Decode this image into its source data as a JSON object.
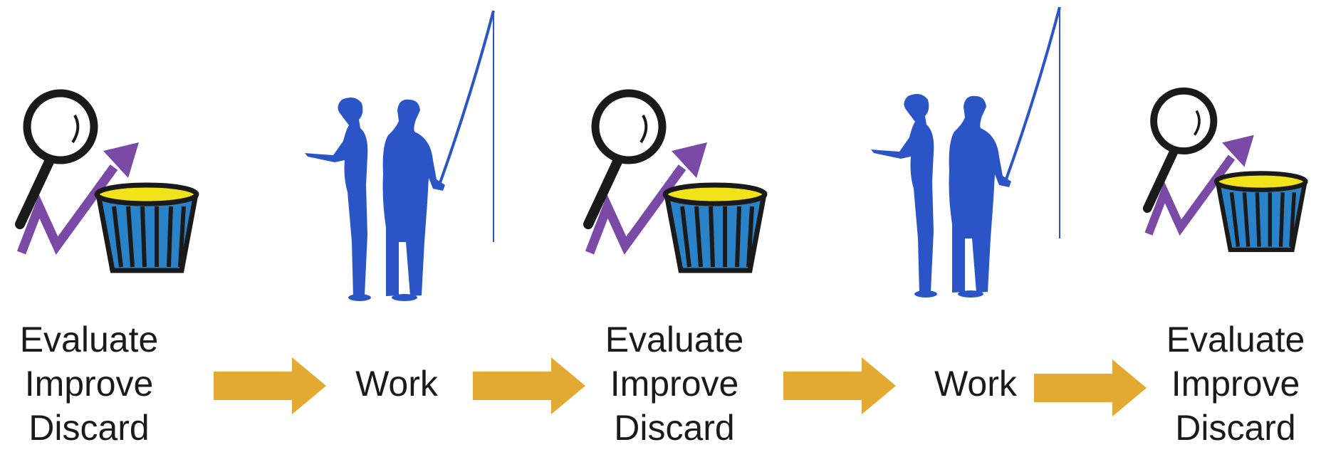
{
  "colors": {
    "arrow": "#e2aa33",
    "figure": "#2b55c7",
    "trend": "#7b4aa6",
    "magnifier": "#1a1a1a",
    "bin_body": "#2a82c8",
    "bin_rim": "#f2e21a",
    "text": "#1a1a1a"
  },
  "steps": [
    {
      "kind": "evaluate",
      "lines": [
        "Evaluate",
        "Improve",
        "Discard"
      ]
    },
    {
      "kind": "work",
      "lines": [
        "Work"
      ]
    },
    {
      "kind": "evaluate",
      "lines": [
        "Evaluate",
        "Improve",
        "Discard"
      ]
    },
    {
      "kind": "work",
      "lines": [
        "Work"
      ]
    },
    {
      "kind": "evaluate",
      "lines": [
        "Evaluate",
        "Improve",
        "Discard"
      ]
    }
  ],
  "icons": {
    "evaluate": [
      "magnifier-icon",
      "trend-up-icon",
      "trash-bin-icon"
    ],
    "work": [
      "people-silhouette-icon",
      "fishing-rod-icon"
    ],
    "connector": "right-arrow-icon"
  }
}
